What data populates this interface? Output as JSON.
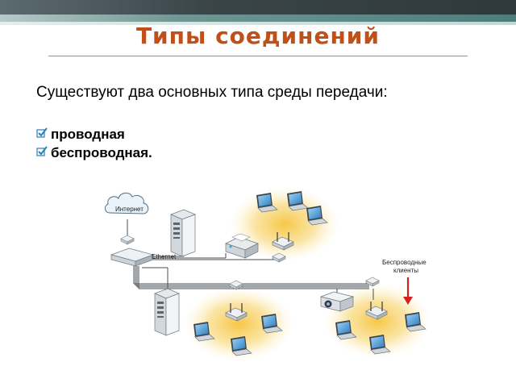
{
  "slide": {
    "title": "Типы соединений",
    "intro": "Существуют два основных типа среды передачи:",
    "bullets": [
      "проводная",
      "беспроводная."
    ]
  },
  "diagram": {
    "labels": {
      "internet": "Интернет",
      "ethernet": "Ethernet",
      "wireless_clients_line1": "Беспроводные",
      "wireless_clients_line2": "клиенты"
    }
  },
  "colors": {
    "title": "#c0501a",
    "bullet_check": "#2a7fb8",
    "cable": "#4a4f55",
    "wireless_glow": "#f8d36a",
    "arrow": "#d42020"
  },
  "icons": [
    "cloud-icon",
    "server-icon",
    "switch-icon",
    "printer-icon",
    "laptop-icon",
    "access-point-icon",
    "projector-icon",
    "check-icon",
    "arrow-down-icon"
  ]
}
